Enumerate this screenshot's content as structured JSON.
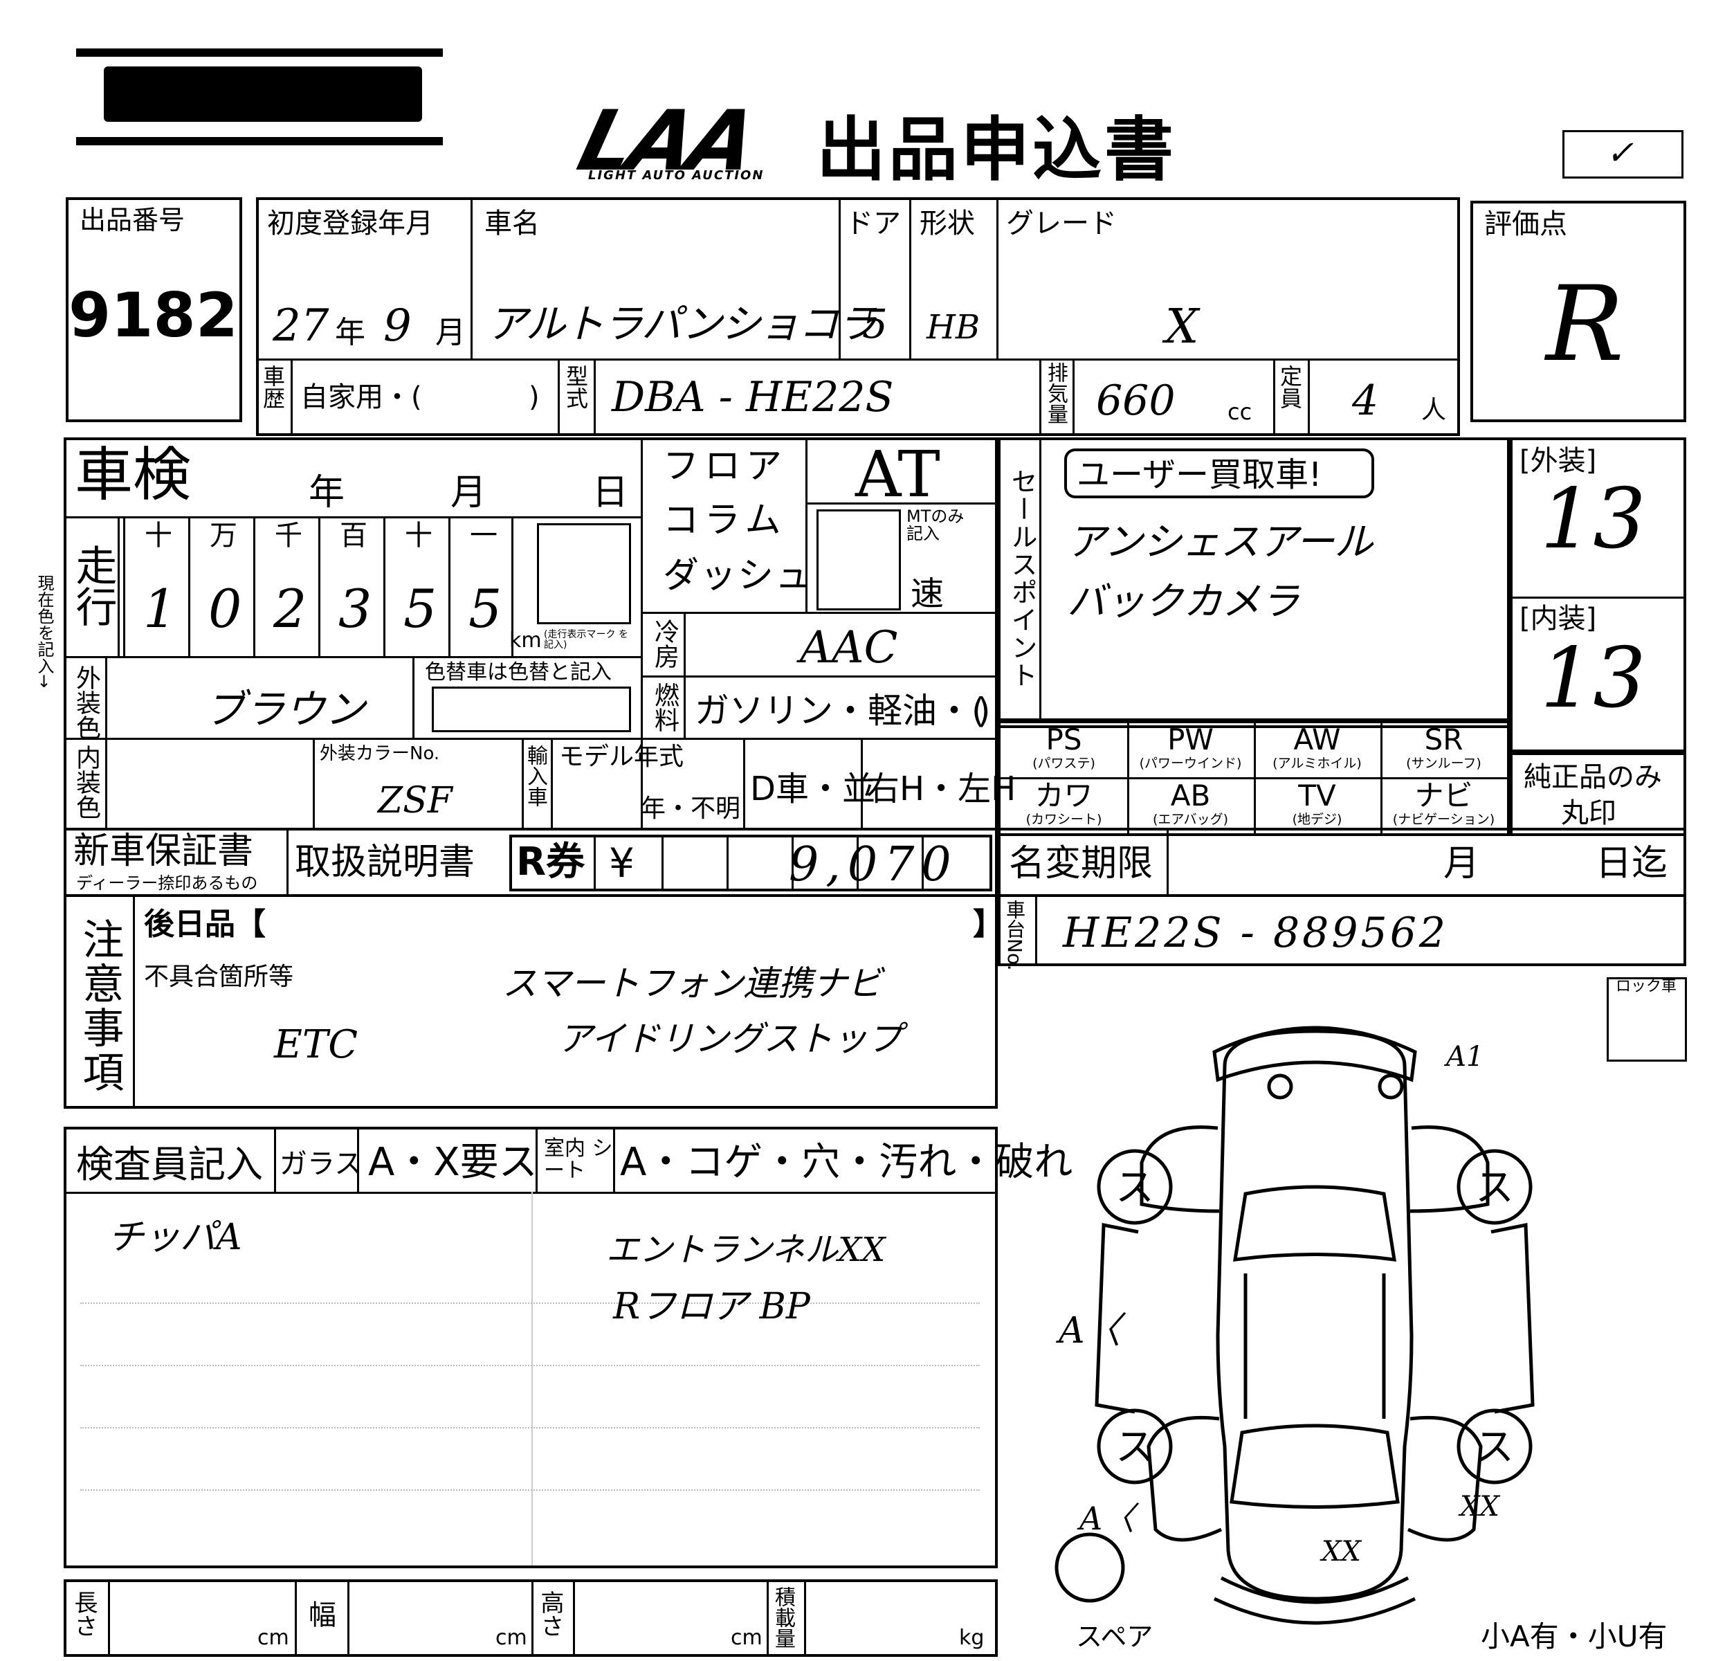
{
  "header": {
    "logo": "LAA",
    "logo_sub": "LIGHT AUTO AUCTION",
    "title": "出品申込書",
    "check": "✓"
  },
  "lot": {
    "label": "出品番号",
    "value": "9182"
  },
  "top": {
    "reg_label": "初度登録年月",
    "reg_year": "27",
    "year_unit": "年",
    "reg_month": "9",
    "month_unit": "月",
    "name_label": "車名",
    "name_value": "アルトラパンショコラ",
    "door_label": "ドア",
    "door_value": "5",
    "shape_label": "形状",
    "shape_value": "HB",
    "grade_label": "グレード",
    "grade_value": "X",
    "history_label": "車歴",
    "history_value": "自家用・(",
    "history_close": ")",
    "model_label": "型式",
    "model_value": "DBA - HE22S",
    "disp_label": "排気量",
    "disp_value": "660",
    "disp_unit": "cc",
    "cap_label": "定員",
    "cap_value": "4",
    "cap_unit": "人"
  },
  "score": {
    "label": "評価点",
    "value": "R"
  },
  "shaken": {
    "label": "車検",
    "year": "年",
    "month": "月",
    "day": "日"
  },
  "mileage": {
    "label": "走行",
    "digit_labels": [
      "十",
      "万",
      "千",
      "百",
      "十",
      "一"
    ],
    "digits": [
      "1",
      "0",
      "2",
      "3",
      "5",
      "5"
    ],
    "unit": "km",
    "note": "(走行表示マーク を記入)"
  },
  "side_note": "現在色を記入→",
  "shift": {
    "line1": "フロア",
    "line2": "コラム",
    "line3": "ダッシュ",
    "type": "AT",
    "mt_note": "MTのみ 記入",
    "speed": "速"
  },
  "ac": {
    "label": "冷房",
    "value": "AAC"
  },
  "fuel": {
    "label": "燃料",
    "value": "ガソリン・軽油・(",
    "close": ")"
  },
  "ext_color": {
    "label": "外装色",
    "value": "ブラウン",
    "repaint_note": "色替車は色替と記入"
  },
  "int_color": {
    "label": "内装色",
    "code_label": "外装カラーNo.",
    "code_value": "ZSF"
  },
  "import": {
    "label": "輸入車",
    "model_year_label": "モデル年式",
    "year_unknown": "年・不明",
    "dealer": "D車・並",
    "handle": "右H・左H"
  },
  "sales": {
    "label": "セールスポイント",
    "badge": "ユーザー買取車!",
    "line1": "アンシェスアール",
    "line2": "バックカメラ"
  },
  "exterior": {
    "label": "[外装]",
    "value": "13"
  },
  "interior": {
    "label": "[内装]",
    "value": "13"
  },
  "options": [
    {
      "code": "PS",
      "sub": "(パワステ)"
    },
    {
      "code": "PW",
      "sub": "(パワーウインド)"
    },
    {
      "code": "AW",
      "sub": "(アルミホイル)"
    },
    {
      "code": "SR",
      "sub": "(サンルーフ)"
    },
    {
      "code": "カワ",
      "sub": "(カワシート)"
    },
    {
      "code": "AB",
      "sub": "(エアバッグ)"
    },
    {
      "code": "TV",
      "sub": "(地デジ)"
    },
    {
      "code": "ナビ",
      "sub": "(ナビゲーション)"
    }
  ],
  "genuine": {
    "line1": "純正品のみ",
    "line2": "丸印"
  },
  "docs": {
    "warranty": "新車保証書",
    "warranty_sub": "ディーラー捺印あるもの",
    "manual": "取扱説明書",
    "recycle": "R券",
    "yen": "¥",
    "amount": "9,070"
  },
  "namechange": {
    "label": "名変期限",
    "month": "月",
    "until": "日迄"
  },
  "chassis": {
    "label": "車台No.",
    "value": "HE22S - 889562"
  },
  "notes": {
    "label": "注意事項",
    "later_label": "後日品【",
    "later_close": "】",
    "defect_label": "不具合箇所等",
    "line1": "スマートフォン連携ナビ",
    "line2a": "ETC",
    "line2b": "アイドリングストップ"
  },
  "lock_label": "ロック車",
  "inspector": {
    "label": "検査員記入",
    "glass_label": "ガラス",
    "glass_value": "A・X要ス",
    "seat_label": "室内 シート",
    "seat_value": "A・コゲ・穴・汚れ・破れ",
    "left": "チッパA",
    "right1": "エントランネルXX",
    "right2": "Rフロア BP"
  },
  "diagram": {
    "marks": [
      "ス",
      "ス",
      "ス",
      "ス"
    ],
    "m1": "A1",
    "m2": "A〈",
    "m3": "A〈",
    "m4": "XX",
    "m5": "XX",
    "spare": "スペア"
  },
  "dims": {
    "length_label": "長さ",
    "width_label": "幅",
    "height_label": "高さ",
    "load_label": "積載量",
    "cm": "cm",
    "kg": "kg"
  },
  "footer": "小A有・小U有"
}
